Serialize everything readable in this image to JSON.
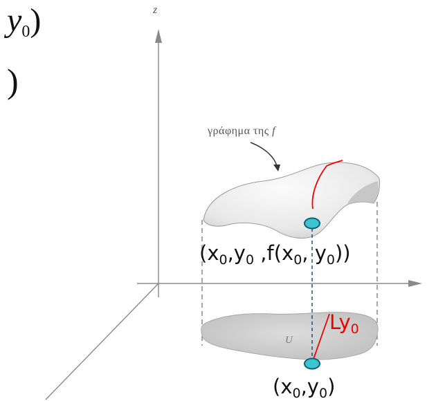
{
  "fragments": {
    "top_var": "y",
    "top_sub": "0",
    "top_close": ")",
    "second_close": ")"
  },
  "axes": {
    "z_label": "z"
  },
  "graph": {
    "caption_text": "γράφημα της",
    "caption_fn": "f",
    "region_label": "U"
  },
  "point_surface": {
    "open": "(x",
    "s1": "0",
    "mid1": ",y",
    "s2": "0",
    "mid2": " ,f(x",
    "s3": "0",
    "mid3": ", y",
    "s4": "0",
    "close": "))"
  },
  "point_domain": {
    "open": "(x",
    "s1": "0",
    "mid": ",y",
    "s2": "0",
    "close": ")"
  },
  "line": {
    "base": "Ly",
    "sub": "0",
    "color": "#ee0000"
  },
  "colors": {
    "marker_fill": "#3cc5cf",
    "marker_stroke": "#0f5f7a",
    "surface_fill": "#e9e9e9",
    "region_fill": "#cfcfcf",
    "dashed_connector": "#1f4e79"
  }
}
